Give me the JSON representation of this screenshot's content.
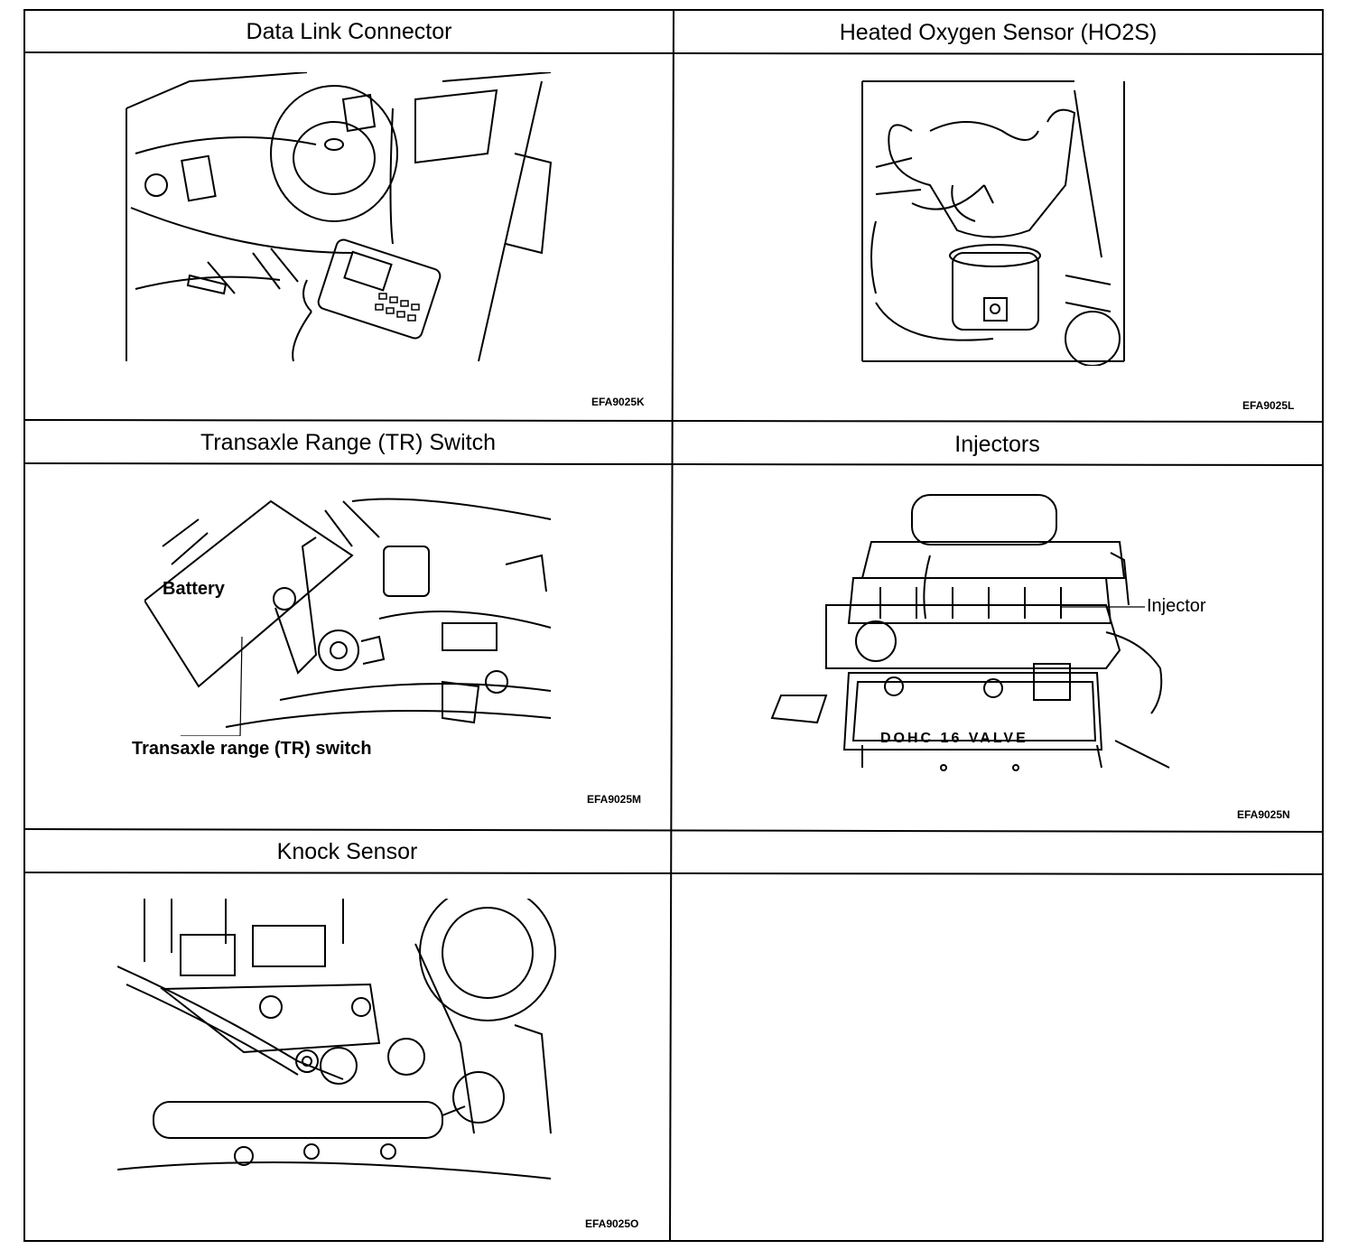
{
  "panels": [
    {
      "title": "Data Link Connector",
      "code": "EFA9025K",
      "icon": "scan-tool-dashboard-illustration"
    },
    {
      "title": "Heated Oxygen Sensor (HO2S)",
      "code": "EFA9025L",
      "icon": "exhaust-manifold-illustration"
    },
    {
      "title": "Transaxle Range (TR) Switch",
      "code": "EFA9025M",
      "icon": "transaxle-switch-illustration",
      "callouts": [
        "Battery",
        "Transaxle range (TR) switch"
      ]
    },
    {
      "title": "Injectors",
      "code": "EFA9025N",
      "icon": "engine-injectors-illustration",
      "callouts": [
        "Injector"
      ],
      "engraving": "DOHC 16 VALVE"
    },
    {
      "title": "Knock Sensor",
      "code": "EFA9025O",
      "icon": "knock-sensor-illustration"
    },
    {
      "title": "",
      "code": ""
    }
  ]
}
